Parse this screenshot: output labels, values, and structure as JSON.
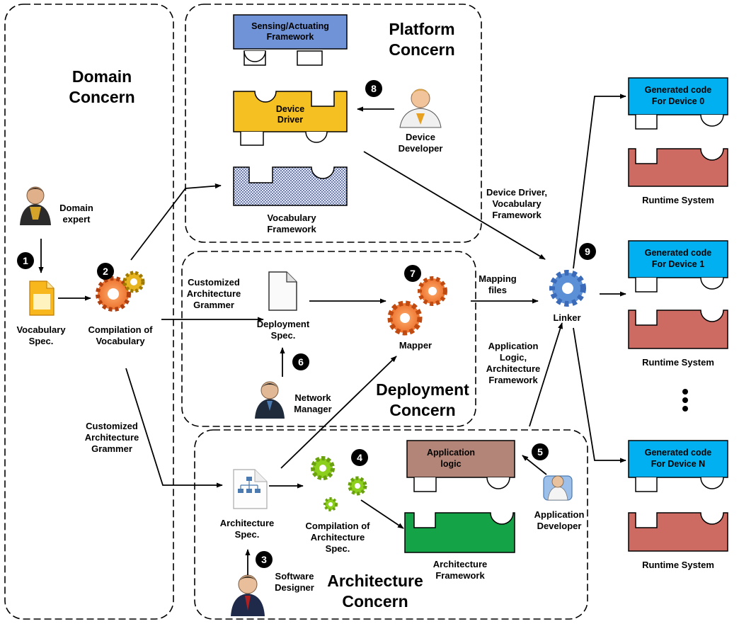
{
  "concerns": {
    "domain": [
      "Domain",
      "Concern"
    ],
    "platform": [
      "Platform",
      "Concern"
    ],
    "deployment": [
      "Deployment",
      "Concern"
    ],
    "architecture": [
      "Architecture",
      "Concern"
    ]
  },
  "components": {
    "sensing_framework": [
      "Sensing/Actuating",
      "Framework"
    ],
    "device_driver": [
      "Device",
      "Driver"
    ],
    "vocabulary_framework": [
      "Vocabulary",
      "Framework"
    ],
    "application_logic": [
      "Application",
      "logic"
    ],
    "architecture_framework": [
      "Architecture",
      "Framework"
    ],
    "generated_code_0": [
      "Generated code",
      "For Device 0"
    ],
    "generated_code_1": [
      "Generated code",
      "For Device 1"
    ],
    "generated_code_n": [
      "Generated code",
      "For Device N"
    ],
    "runtime_system": "Runtime System"
  },
  "actors": {
    "domain_expert": [
      "Domain",
      "expert"
    ],
    "device_developer": [
      "Device",
      "Developer"
    ],
    "network_manager": [
      "Network",
      "Manager"
    ],
    "software_designer": [
      "Software",
      "Designer"
    ],
    "application_developer": [
      "Application",
      "Developer"
    ]
  },
  "artifacts": {
    "vocabulary_spec": [
      "Vocabulary",
      "Spec."
    ],
    "compilation_vocabulary": [
      "Compilation of",
      "Vocabulary"
    ],
    "deployment_spec": [
      "Deployment",
      "Spec."
    ],
    "mapper": "Mapper",
    "linker": "Linker",
    "architecture_spec": [
      "Architecture",
      "Spec."
    ],
    "compilation_architecture": [
      "Compilation of",
      "Architecture",
      "Spec."
    ]
  },
  "edge_labels": {
    "customized_grammar_top": [
      "Customized",
      "Architecture",
      "Grammer"
    ],
    "customized_grammar_left": [
      "Customized",
      "Architecture",
      "Grammer"
    ],
    "driver_vocab": [
      "Device Driver,",
      "Vocabulary",
      "Framework"
    ],
    "mapping_files": [
      "Mapping",
      "files"
    ],
    "app_logic_arch": [
      "Application",
      "Logic,",
      "Architecture",
      "Framework"
    ]
  },
  "steps": [
    "1",
    "2",
    "3",
    "4",
    "5",
    "6",
    "7",
    "8",
    "9"
  ],
  "colors": {
    "sensing": "#6f93d6",
    "driver": "#f5c021",
    "generated": "#00b0f0",
    "runtime": "#cd6a62",
    "app_logic": "#b38578",
    "arch_framework": "#14a346",
    "vocab_framework": "#4a5f9c",
    "gear_orange": "#e8641f",
    "gear_green": "#8ccf1c",
    "gear_blue": "#5b8fd6"
  }
}
